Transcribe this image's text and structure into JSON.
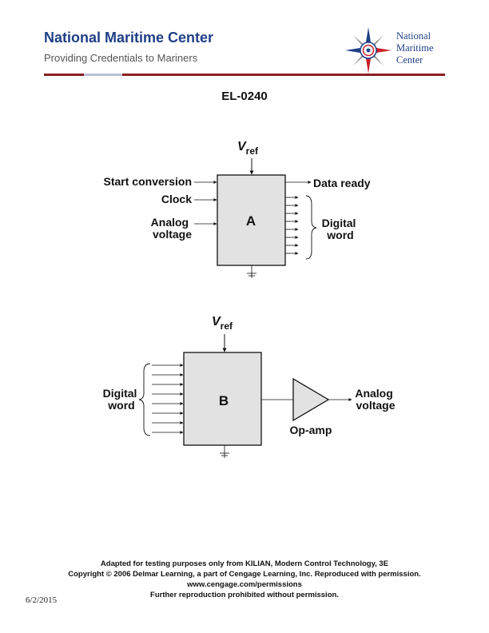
{
  "header": {
    "org_name": "National Maritime Center",
    "tagline": "Providing Credentials to Mariners",
    "logo_lines": [
      "National",
      "Maritime",
      "Center"
    ],
    "logo_icon": "compass-rose-seal-icon",
    "brand_color": "#1f3f86",
    "rule_color": "#8a1f23"
  },
  "document": {
    "code": "EL-0240"
  },
  "diagram_a": {
    "vref": "V",
    "vref_sub": "ref",
    "inputs": [
      "Start conversion",
      "Clock"
    ],
    "analog_input": [
      "Analog",
      "voltage"
    ],
    "box_label": "A",
    "data_ready": "Data ready",
    "output": [
      "Digital",
      "word"
    ]
  },
  "diagram_b": {
    "vref": "V",
    "vref_sub": "ref",
    "input": [
      "Digital",
      "word"
    ],
    "box_label": "B",
    "amp_label": "Op-amp",
    "output": [
      "Analog",
      "voltage"
    ]
  },
  "footer": {
    "lines": [
      "Adapted for testing purposes only from KILIAN, Modern Control Technology, 3E",
      "Copyright © 2006 Delmar Learning, a part of Cengage Learning, Inc. Reproduced with permission.",
      "www.cengage.com/permissions",
      "Further reproduction prohibited without permission."
    ],
    "date": "6/2/2015"
  }
}
